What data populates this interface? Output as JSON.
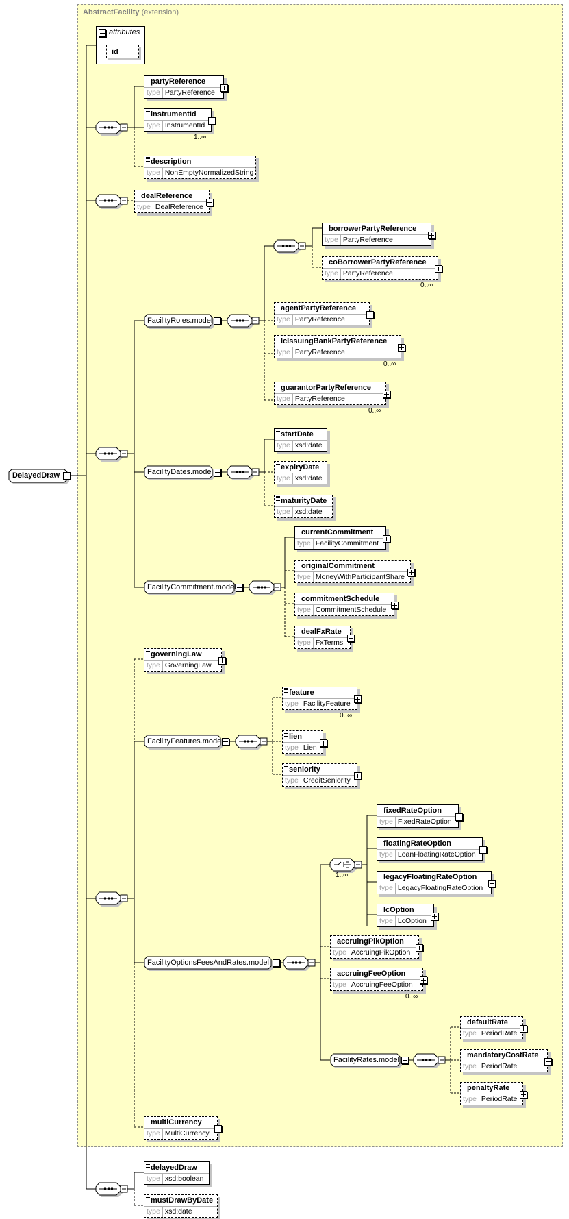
{
  "diagram": {
    "root": {
      "name": "DelayedDraw"
    },
    "extension": {
      "base": "AbstractFacility",
      "label": "(extension)"
    },
    "attributes": {
      "label": "attributes",
      "items": [
        "id"
      ]
    },
    "type_key": "type",
    "groups": {
      "roles": "FacilityRoles.model",
      "dates": "FacilityDates.model",
      "commitment": "FacilityCommitment.model",
      "features": "FacilityFeatures.model",
      "options": "FacilityOptionsFeesAndRates.model",
      "rates": "FacilityRates.model"
    },
    "elements": {
      "partyReference": {
        "name": "partyReference",
        "type": "PartyReference"
      },
      "instrumentId": {
        "name": "instrumentId",
        "type": "InstrumentId",
        "card": "1..∞"
      },
      "description": {
        "name": "description",
        "type": "NonEmptyNormalizedString"
      },
      "dealReference": {
        "name": "dealReference",
        "type": "DealReference"
      },
      "borrowerPartyReference": {
        "name": "borrowerPartyReference",
        "type": "PartyReference"
      },
      "coBorrowerPartyReference": {
        "name": "coBorrowerPartyReference",
        "type": "PartyReference",
        "card": "0..∞"
      },
      "agentPartyReference": {
        "name": "agentPartyReference",
        "type": "PartyReference"
      },
      "lcIssuingBankPartyReference": {
        "name": "lcIssuingBankPartyReference",
        "type": "PartyReference",
        "card": "0..∞"
      },
      "guarantorPartyReference": {
        "name": "guarantorPartyReference",
        "type": "PartyReference",
        "card": "0..∞"
      },
      "startDate": {
        "name": "startDate",
        "type": "xsd:date"
      },
      "expiryDate": {
        "name": "expiryDate",
        "type": "xsd:date"
      },
      "maturityDate": {
        "name": "maturityDate",
        "type": "xsd:date"
      },
      "currentCommitment": {
        "name": "currentCommitment",
        "type": "FacilityCommitment"
      },
      "originalCommitment": {
        "name": "originalCommitment",
        "type": "MoneyWithParticipantShare"
      },
      "commitmentSchedule": {
        "name": "commitmentSchedule",
        "type": "CommitmentSchedule"
      },
      "dealFxRate": {
        "name": "dealFxRate",
        "type": "FxTerms"
      },
      "governingLaw": {
        "name": "governingLaw",
        "type": "GoverningLaw"
      },
      "feature": {
        "name": "feature",
        "type": "FacilityFeature",
        "card": "0..∞"
      },
      "lien": {
        "name": "lien",
        "type": "Lien"
      },
      "seniority": {
        "name": "seniority",
        "type": "CreditSeniority"
      },
      "fixedRateOption": {
        "name": "fixedRateOption",
        "type": "FixedRateOption"
      },
      "floatingRateOption": {
        "name": "floatingRateOption",
        "type": "LoanFloatingRateOption"
      },
      "legacyFloatingRateOption": {
        "name": "legacyFloatingRateOption",
        "type": "LegacyFloatingRateOption"
      },
      "lcOption": {
        "name": "lcOption",
        "type": "LcOption"
      },
      "accruingPikOption": {
        "name": "accruingPikOption",
        "type": "AccruingPikOption"
      },
      "accruingFeeOption": {
        "name": "accruingFeeOption",
        "type": "AccruingFeeOption",
        "card": "0..∞"
      },
      "defaultRate": {
        "name": "defaultRate",
        "type": "PeriodRate"
      },
      "mandatoryCostRate": {
        "name": "mandatoryCostRate",
        "type": "PeriodRate"
      },
      "penaltyRate": {
        "name": "penaltyRate",
        "type": "PeriodRate"
      },
      "multiCurrency": {
        "name": "multiCurrency",
        "type": "MultiCurrency"
      },
      "delayedDraw": {
        "name": "delayedDraw",
        "type": "xsd:boolean"
      },
      "mustDrawByDate": {
        "name": "mustDrawByDate",
        "type": "xsd:date"
      }
    },
    "choice_card": "1..∞"
  },
  "colors": {
    "extension_bg": "#ffffc8",
    "shadow": "#c4c4c4",
    "type_label": "#a0a0a0"
  }
}
